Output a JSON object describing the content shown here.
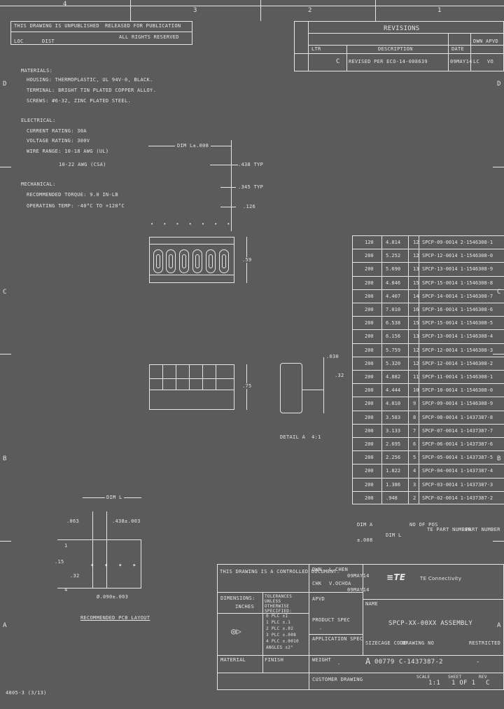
{
  "zones_top": [
    "4",
    "3",
    "2",
    "1"
  ],
  "zones_side": [
    "D",
    "C",
    "B",
    "A"
  ],
  "header": {
    "left_note": "THIS DRAWING IS UNPUBLISHED",
    "copyright": "RELEASED FOR PUBLICATION",
    "rights": "ALL RIGHTS RESERVED",
    "loc": "LOC",
    "dist": "DIST"
  },
  "revisions": {
    "title": "REVISIONS",
    "cols": [
      "LTR",
      "DESCRIPTION",
      "DATE",
      "DWN",
      "APVD"
    ],
    "row": [
      "C",
      "REVISED PER ECO-14-008639",
      "09MAY14",
      "LC",
      "VO"
    ]
  },
  "notes": {
    "materials": [
      "MATERIALS:",
      "HOUSING: THERMOPLASTIC, UL 94V-0, BLACK.",
      "TERMINAL: BRIGHT TIN PLATED COPPER ALLOY.",
      "SCREWS: #6-32, ZINC PLATED STEEL."
    ],
    "electrical": [
      "ELECTRICAL:",
      "CURRENT RATING: 30A",
      "VOLTAGE RATING: 300V",
      "WIRE RANGE: 10-18 AWG (UL)",
      "10-22 AWG (CSA)"
    ],
    "mechanical": [
      "MECHANICAL:",
      "RECOMMENDED TORQUE: 9.0 IN-LB",
      "OPERATING TEMP: -40°C TO +120°C"
    ]
  },
  "dims": {
    "dim_l": "DIM L±.008",
    "dim_typ": ".438 TYP",
    "dim_345": ".345 TYP",
    "dim_126": ".126",
    "dim_h1": ".59",
    "dim_h2": ".75",
    "dim_030": ".030",
    "dim_32": ".32",
    "detail_a": "DETAIL A  4:1",
    "pcb_dim_l": "DIM L",
    "pcb_063": ".063",
    "pcb_pitch": ".438±.003",
    "pcb_15": ".15",
    "pcb_32": ".32",
    "pcb_hole": "Ø.090±.003",
    "pcb_caption": "RECOMMENDED PCB LAYOUT",
    "pcb_i1": "1",
    "pcb_i2": "4"
  },
  "table": {
    "rows": [
      [
        "120",
        "4.814",
        "12",
        "SPCP-09-0014 2-1546308-1"
      ],
      [
        "200",
        "5.252",
        "12",
        "SPCP-12-0014 1-1546308-0"
      ],
      [
        "200",
        "5.690",
        "13",
        "SPCP-13-0014 1-1546308-9"
      ],
      [
        "200",
        "4.846",
        "15",
        "SPCP-15-0014 1-1546308-8"
      ],
      [
        "200",
        "4.407",
        "14",
        "SPCP-14-0014 1-1546308-7"
      ],
      [
        "200",
        "7.010",
        "16",
        "SPCP-16-0014 1-1546308-6"
      ],
      [
        "200",
        "6.538",
        "15",
        "SPCP-15-0014 1-1546308-5"
      ],
      [
        "200",
        "6.156",
        "13",
        "SPCP-13-0014 1-1546308-4"
      ],
      [
        "200",
        "5.759",
        "12",
        "SPCP-12-0014 1-1546308-3"
      ],
      [
        "200",
        "5.320",
        "12",
        "SPCP-12-0014 1-1546308-2"
      ],
      [
        "200",
        "4.882",
        "11",
        "SPCP-11-0014 1-1546308-1"
      ],
      [
        "200",
        "4.444",
        "10",
        "SPCP-10-0014 1-1546308-0"
      ],
      [
        "200",
        "4.010",
        "9",
        "SPCP-09-0014 1-1546308-9"
      ],
      [
        "200",
        "3.583",
        "8",
        "SPCP-08-0014 1-1437387-8"
      ],
      [
        "200",
        "3.133",
        "7",
        "SPCP-07-0014 1-1437387-7"
      ],
      [
        "200",
        "2.695",
        "6",
        "SPCP-06-0014 1-1437387-6"
      ],
      [
        "200",
        "2.256",
        "5",
        "SPCP-05-0014 1-1437387-5"
      ],
      [
        "200",
        "1.822",
        "4",
        "SPCP-04-0014 1-1437387-4"
      ],
      [
        "200",
        "1.386",
        "3",
        "SPCP-03-0014 1-1437387-3"
      ],
      [
        "200",
        ".948",
        "2",
        "SPCP-02-0014 1-1437387-2"
      ]
    ],
    "footer": [
      "DIM A",
      "±.008",
      "DIM L",
      "NO OF POS",
      "TE PART NUMBER",
      "PART NUMBER"
    ]
  },
  "title_block": {
    "controlled": "THIS DRAWING IS A CONTROLLED DOCUMENT.",
    "dwn": "DWN",
    "chk": "CHK",
    "appvd": "APVD",
    "dwn_name": "L.CHEN",
    "dwn_date": "09MAY14",
    "chk_name": "V.OCHOA",
    "chk_date": "09MAY14",
    "company": "TE Connectivity",
    "units_label": "DIMENSIONS:",
    "units": "INCHES",
    "tolerances": "TOLERANCES UNLESS OTHERWISE SPECIFIED:",
    "tol_lines": [
      "0 PLC ±1",
      "1 PLC ±.1",
      "2 PLC ±.02",
      "3 PLC ±.008",
      "4 PLC ±.0010",
      "ANGLES ±2°"
    ],
    "material": "MATERIAL",
    "finish": "FINISH",
    "product_spec": "PRODUCT SPEC",
    "application_spec": "APPLICATION SPEC",
    "weight": "WEIGHT",
    "dash": "-",
    "name_label": "NAME",
    "name": "SPCP-XX-00XX ASSEMBLY",
    "size_label": "SIZE",
    "cage_label": "CAGE CODE",
    "drawing_no_label": "DRAWING NO",
    "restricted_label": "RESTRICTED TO",
    "size": "A",
    "cage": "00779",
    "drawing_no": "C-1437387-2",
    "restricted": "-",
    "customer": "CUSTOMER DRAWING",
    "scale_label": "SCALE",
    "scale": "1:1",
    "sheet_label": "SHEET",
    "sheet": "1 OF 1",
    "rev_label": "REV",
    "rev": "C"
  },
  "form_no": "4805-3 (3/13)"
}
